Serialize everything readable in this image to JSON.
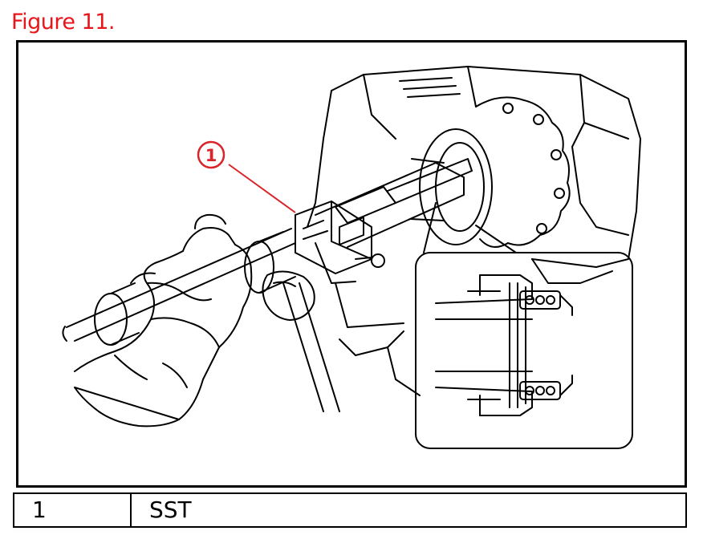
{
  "page": {
    "figure_title": "Figure 11.",
    "title_color": "#e8151b",
    "callout_color": "#d8242a",
    "line_color": "#000000"
  },
  "illustration": {
    "callout_number": "1"
  },
  "legend": {
    "rows": [
      {
        "number": "1",
        "label": "SST"
      }
    ]
  }
}
